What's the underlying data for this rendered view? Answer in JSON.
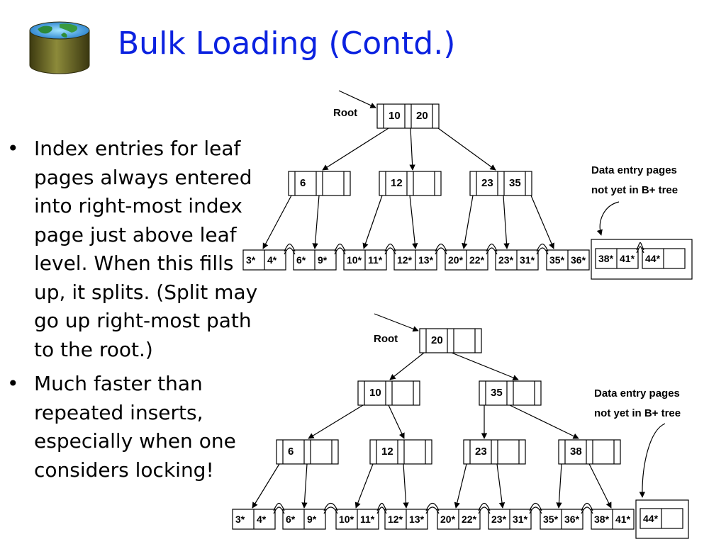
{
  "slide": {
    "title": "Bulk Loading (Contd.)",
    "logo_icon": "database-globe-icon"
  },
  "bullets": [
    {
      "symbol": "•",
      "text": "Index entries for leaf pages always entered into right-most index page just above leaf level.  When this fills up, it splits.  (Split may go up right-most path to the root.)"
    },
    {
      "symbol": "•",
      "text": "Much faster than repeated inserts, especially when one considers locking!"
    }
  ],
  "diagram": {
    "tree1": {
      "root_label": "Root",
      "root_keys": [
        "10",
        "20"
      ],
      "index_nodes": [
        [
          "6"
        ],
        [
          "12"
        ],
        [
          "23",
          "35"
        ]
      ],
      "leaves": [
        [
          "3*",
          "4*"
        ],
        [
          "6*",
          "9*"
        ],
        [
          "10*",
          "11*"
        ],
        [
          "12*",
          "13*"
        ],
        [
          "20*",
          "22*"
        ],
        [
          "23*",
          "31*"
        ],
        [
          "35*",
          "36*"
        ]
      ],
      "pending_pages": [
        [
          "38*",
          "41*"
        ],
        [
          "44*",
          ""
        ]
      ],
      "note_lines": [
        "Data entry pages",
        "not yet in B+ tree"
      ]
    },
    "tree2": {
      "root_label": "Root",
      "root_keys": [
        "20"
      ],
      "level2_nodes": [
        [
          "10"
        ],
        [
          "35"
        ]
      ],
      "index_nodes": [
        [
          "6"
        ],
        [
          "12"
        ],
        [
          "23"
        ],
        [
          "38"
        ]
      ],
      "leaves": [
        [
          "3*",
          "4*"
        ],
        [
          "6*",
          "9*"
        ],
        [
          "10*",
          "11*"
        ],
        [
          "12*",
          "13*"
        ],
        [
          "20*",
          "22*"
        ],
        [
          "23*",
          "31*"
        ],
        [
          "35*",
          "36*"
        ],
        [
          "38*",
          "41*"
        ]
      ],
      "pending_pages": [
        [
          "44*",
          ""
        ]
      ],
      "note_lines": [
        "Data entry pages",
        "not yet in B+ tree"
      ]
    }
  }
}
